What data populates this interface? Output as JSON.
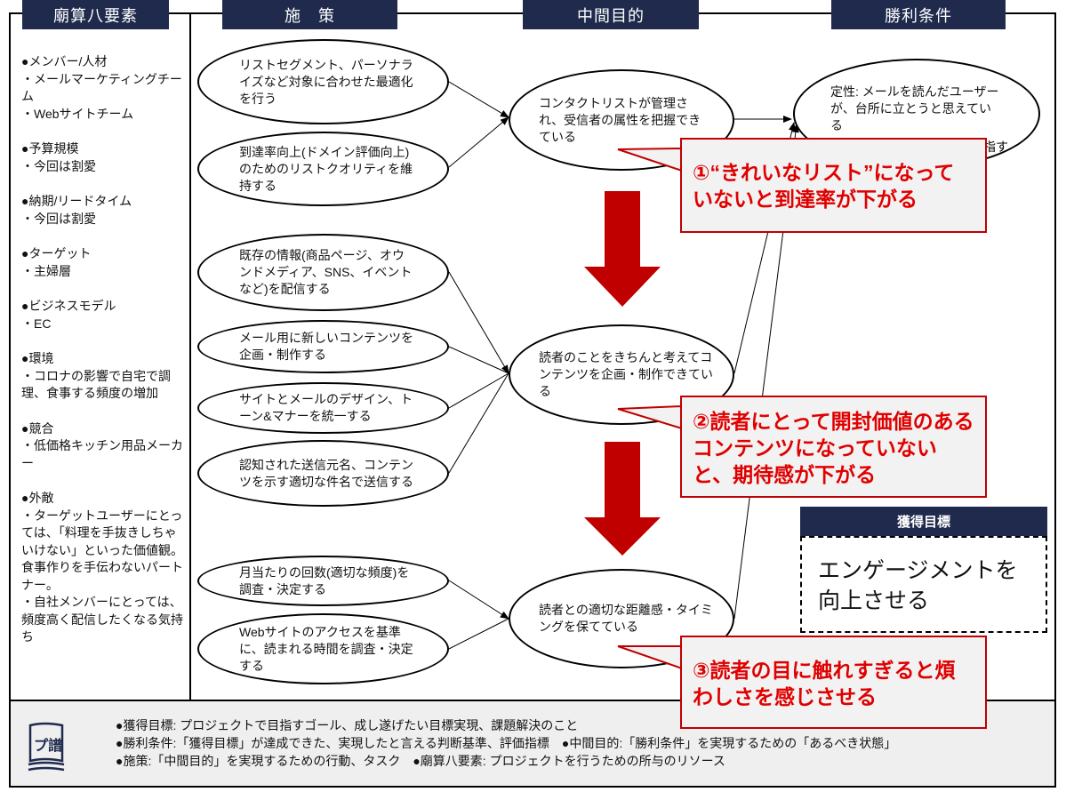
{
  "headers": {
    "resources": "廟算八要素",
    "measures": "施　策",
    "intermediate": "中間目的",
    "victory": "勝利条件"
  },
  "resources": [
    {
      "title": "●メンバー/人材",
      "detail": "・メールマーケティングチーム\n・Webサイトチーム"
    },
    {
      "title": "●予算規模",
      "detail": "・今回は割愛"
    },
    {
      "title": "●納期/リードタイム",
      "detail": "・今回は割愛"
    },
    {
      "title": "●ターゲット",
      "detail": "・主婦層"
    },
    {
      "title": "●ビジネスモデル",
      "detail": "・EC"
    },
    {
      "title": "●環境",
      "detail": "・コロナの影響で自宅で調理、食事する頻度の増加"
    },
    {
      "title": "●競合",
      "detail": "・低価格キッチン用品メーカー"
    },
    {
      "title": "●外敵",
      "detail": "・ターゲットユーザーにとっては、「料理を手抜きしちゃいけない」といった価値観。食事作りを手伝わないパートナー。\n・自社メンバーにとっては、頻度高く配信したくなる気持ち"
    }
  ],
  "measures": [
    "リストセグメント、パーソナライズなど対象に合わせた最適化を行う",
    "到達率向上(ドメイン評価向上)のためのリストクオリティを維持する",
    "既存の情報(商品ページ、オウンドメディア、SNS、イベントなど)を配信する",
    "メール用に新しいコンテンツを企画・制作する",
    "サイトとメールのデザイン、トーン&マナーを統一する",
    "認知された送信元名、コンテンツを示す適切な件名で送信する",
    "月当たりの回数(適切な頻度)を調査・決定する",
    "Webサイトのアクセスを基準に、読まれる時間を調査・決定する"
  ],
  "intermediate": [
    "コンタクトリストが管理され、受信者の属性を把握できている",
    "読者のことをきちんと考えてコンテンツを企画・制作できている",
    "読者との適切な距離感・タイミングを保てている"
  ],
  "victory": {
    "text": "定性: メールを読んだユーザーが、台所に立とうと思えている",
    "hidden_tail": "指す"
  },
  "callouts": [
    "①“きれいなリスト”になっていないと到達率が下がる",
    "②読者にとって開封価値のあるコンテンツになっていないと、期待感が下がる",
    "③読者の目に触れすぎると煩わしさを感じさせる"
  ],
  "goal": {
    "title": "獲得目標",
    "text": "エンゲージメントを向上させる"
  },
  "legend": {
    "line1": "●獲得目標: プロジェクトで目指すゴール、成し遂げたい目標実現、課題解決のこと",
    "line2": "●勝利条件:「獲得目標」が達成できた、実現したと言える判断基準、評価指標　●中間目的:「勝利条件」を実現するための「あるべき状態」",
    "line3": "●施策:「中間目的」を実現するための行動、タスク　●廟算八要素: プロジェクトを行うための所与のリソース",
    "logo_text": "プ譜"
  },
  "colors": {
    "navy": "#1f2a4d",
    "red": "#c00000",
    "callout_text": "#e00000"
  }
}
